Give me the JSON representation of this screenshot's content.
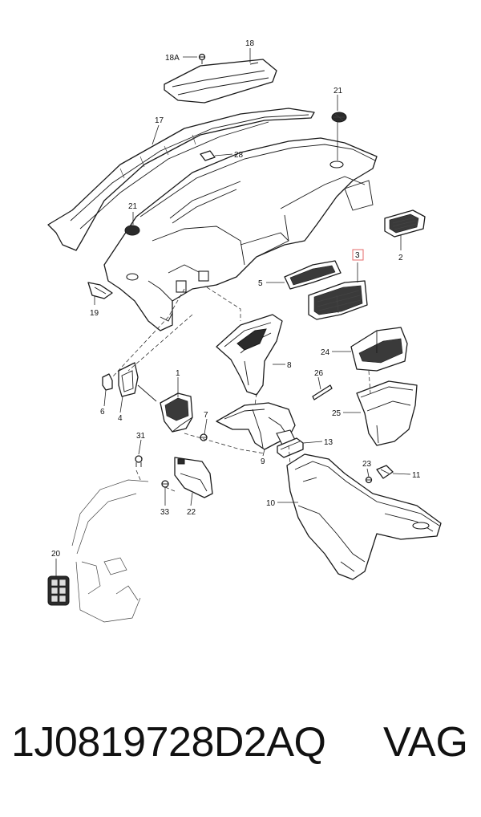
{
  "callouts": {
    "c18": "18",
    "c18a": "18A",
    "c17": "17",
    "c21a": "21",
    "c21b": "21",
    "c28": "28",
    "c2": "2",
    "c3": "3",
    "c5": "5",
    "c19": "19",
    "c8": "8",
    "c24": "24",
    "c26": "26",
    "c1": "1",
    "c6": "6",
    "c4": "4",
    "c7": "7",
    "c25": "25",
    "c31": "31",
    "c13": "13",
    "c9": "9",
    "c23": "23",
    "c11": "11",
    "c22": "22",
    "c33": "33",
    "c10": "10",
    "c20": "20"
  },
  "highlight_color": "#e46a6a",
  "footer": {
    "part_number": "1J0819728D2AQ",
    "brand": "VAG"
  }
}
